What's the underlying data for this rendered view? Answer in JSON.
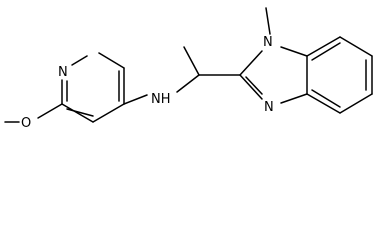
{
  "molecule": {
    "atoms": {
      "pyridine_n": "N",
      "methoxy_o": "O",
      "amine_nh": "NH",
      "imidazole_n_methyl": "N",
      "imidazole_n": "N"
    },
    "colors": {
      "bond": "#000000",
      "label": "#000000",
      "background": "#ffffff"
    }
  }
}
